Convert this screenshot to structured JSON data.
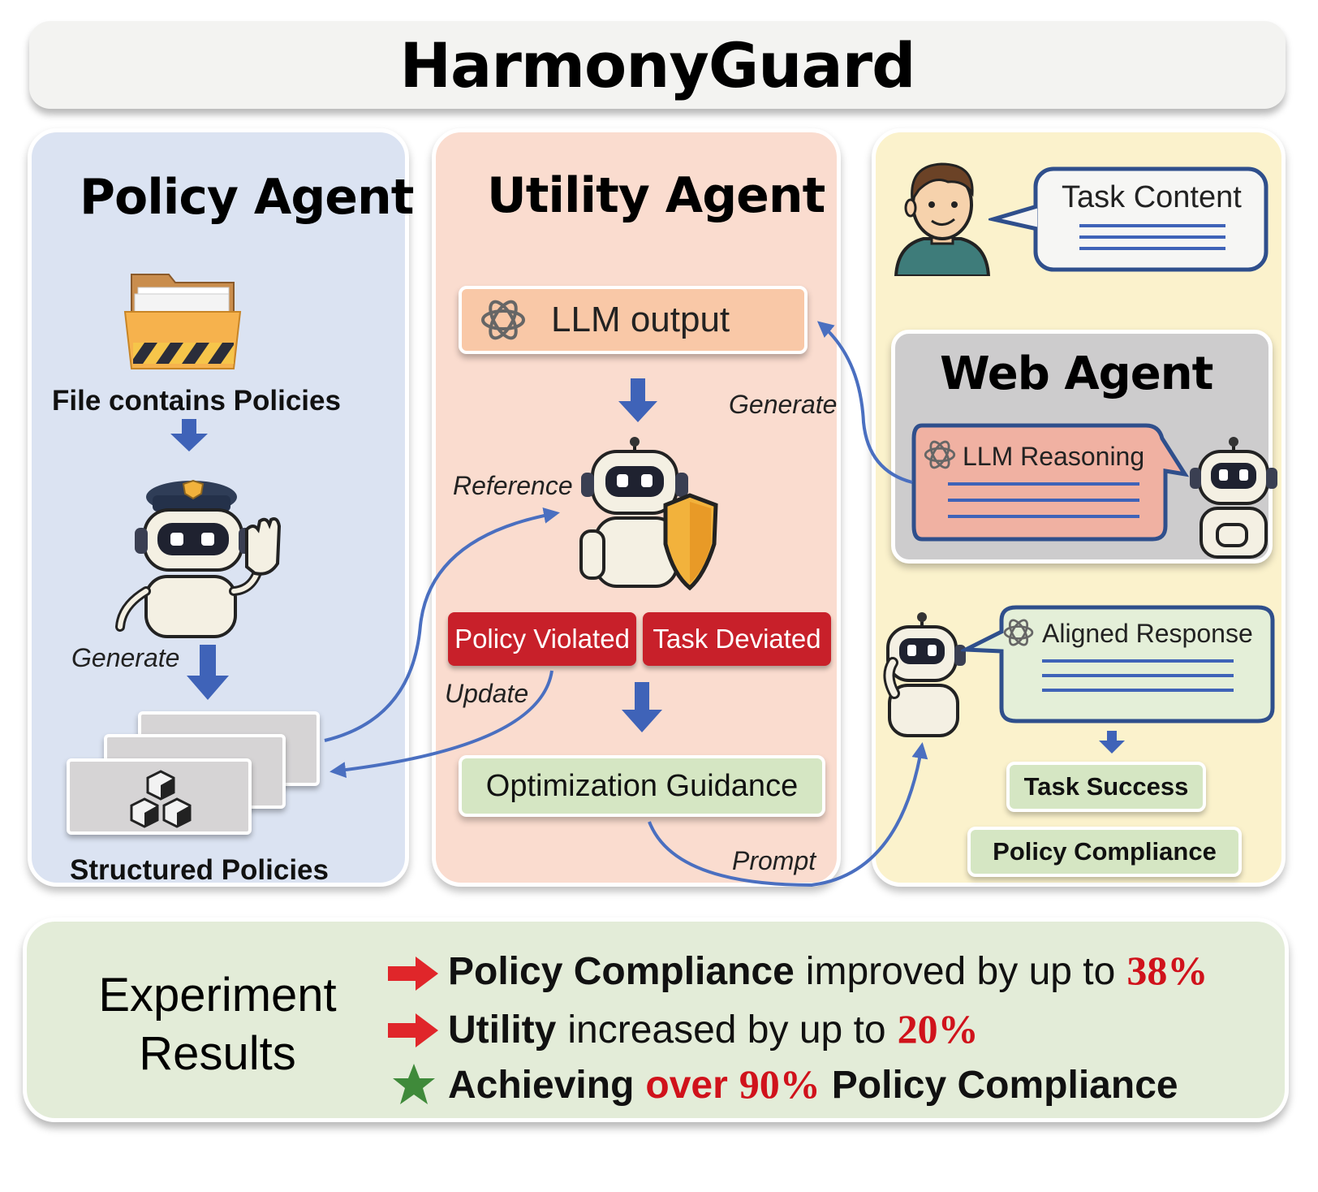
{
  "title": "HarmonyGuard",
  "policy_agent": {
    "heading": "Policy Agent",
    "file_label": "File contains Policies",
    "generate_label": "Generate",
    "structured_label": "Structured Policies"
  },
  "utility_agent": {
    "heading": "Utility Agent",
    "llm_output": "LLM output",
    "generate_label": "Generate",
    "reference_label": "Reference",
    "policy_violated": "Policy Violated",
    "task_deviated": "Task Deviated",
    "update_label": "Update",
    "optimization_guidance": "Optimization Guidance",
    "prompt_label": "Prompt"
  },
  "user_side": {
    "task_content": "Task Content",
    "web_agent_heading": "Web Agent",
    "llm_reasoning": "LLM Reasoning",
    "aligned_response": "Aligned Response",
    "task_success": "Task Success",
    "policy_compliance": "Policy Compliance"
  },
  "results": {
    "title_line1": "Experiment",
    "title_line2": "Results",
    "line1_bold": "Policy Compliance",
    "line1_text": "improved by up to",
    "line1_value": "38%",
    "line2_bold": "Utility",
    "line2_text": "increased by up to",
    "line2_value": "20%",
    "line3_bold_a": "Achieving",
    "line3_red": "over",
    "line3_value": "90%",
    "line3_bold_b": "Policy Compliance"
  },
  "colors": {
    "arrow_blue": "#3f63b8",
    "connector_blue": "#4a6fc0",
    "alert_red": "#c8202a",
    "highlight_red": "#d0121b",
    "star_green": "#3f8a3a"
  },
  "icons": [
    "openai-logo-icon",
    "folder-icon",
    "police-robot-icon",
    "shield-robot-icon",
    "user-avatar-icon",
    "robot-icon",
    "policy-cubes-icon",
    "red-arrow-icon",
    "star-icon"
  ]
}
